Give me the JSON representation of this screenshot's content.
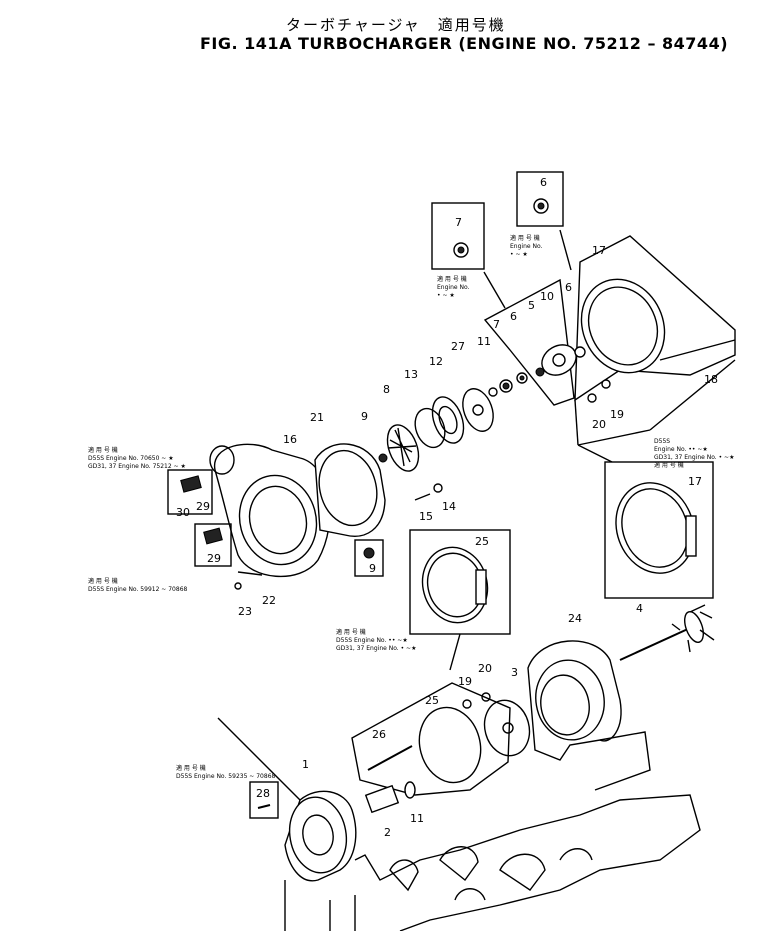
{
  "title": {
    "japanese": "ターボチャージャ　適用号機",
    "english": "FIG. 141A  TURBOCHARGER (ENGINE NO. 75212 – 84744)"
  },
  "parts": [
    {
      "no": "1"
    },
    {
      "no": "2"
    },
    {
      "no": "3"
    },
    {
      "no": "4"
    },
    {
      "no": "5"
    },
    {
      "no": "6"
    },
    {
      "no": "7"
    },
    {
      "no": "8"
    },
    {
      "no": "9"
    },
    {
      "no": "10"
    },
    {
      "no": "11"
    },
    {
      "no": "12"
    },
    {
      "no": "13"
    },
    {
      "no": "14"
    },
    {
      "no": "15"
    },
    {
      "no": "16"
    },
    {
      "no": "17"
    },
    {
      "no": "18"
    },
    {
      "no": "19"
    },
    {
      "no": "20"
    },
    {
      "no": "21"
    },
    {
      "no": "22"
    },
    {
      "no": "23"
    },
    {
      "no": "24"
    },
    {
      "no": "25"
    },
    {
      "no": "26"
    },
    {
      "no": "27"
    },
    {
      "no": "28"
    },
    {
      "no": "29"
    },
    {
      "no": "30"
    }
  ],
  "notes": {
    "n7": [
      "適 用 号 機",
      "Engine No.",
      "•  ~ ★"
    ],
    "n6": [
      "適 用 号 機",
      "Engine No.",
      "•  ~ ★"
    ],
    "n17": [
      "D55S",
      "Engine No. ••   ~★",
      "GD31, 37  Engine No.  •    ~★",
      "適 用 号 機"
    ],
    "n29": [
      "適 用 号 機",
      "D55S   Engine No. 70650 ~ ★",
      "GD31, 37  Engine No. 75212 ~ ★"
    ],
    "n22": [
      "適 用 号 機",
      "D55S Engine No. 59912 ~ 70868"
    ],
    "n25": [
      "適 用 号 機",
      "D55S      Engine No. ••    ~★",
      "GD31, 37  Engine No.  •    ~★"
    ],
    "n28": [
      "適 用 号 機",
      "D55S Engine No. 59235 ~ 70868"
    ]
  }
}
